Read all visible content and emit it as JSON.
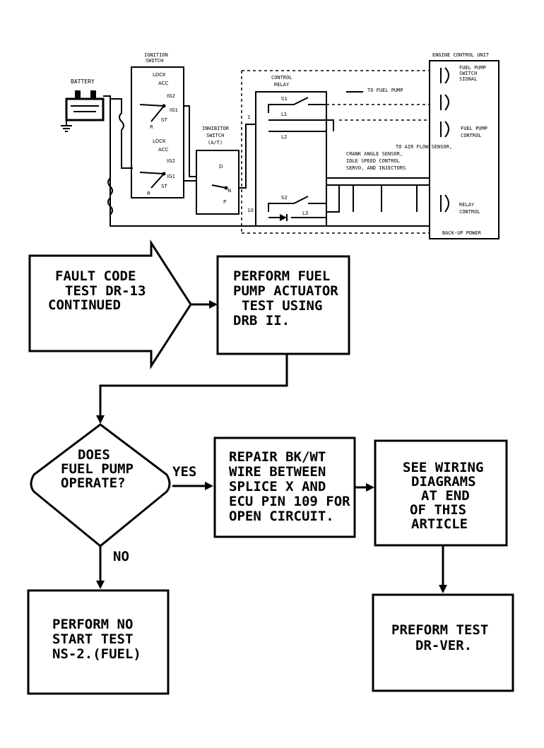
{
  "schematic": {
    "battery": "BATTERY",
    "ignition_switch": [
      "IGNITION",
      "SWITCH"
    ],
    "ignition_positions": [
      "LOCK",
      "ACC",
      "IG2",
      "IG1",
      "ST",
      "R"
    ],
    "inhibitor_switch": [
      "INHIBITOR",
      "SWITCH",
      "(A/T)"
    ],
    "inhibitor_positions": [
      "D",
      "N",
      "P"
    ],
    "control_relay": [
      "CONTROL",
      "RELAY"
    ],
    "relay_labels": [
      "S1",
      "L1",
      "L2",
      "S2",
      "L3"
    ],
    "relay_pins": [
      "1",
      "10"
    ],
    "to_fuel_pump": "TO FUEL PUMP",
    "to_sensors": [
      "TO AIR FLOW SENSOR,",
      "CRANK ANGLE SENSOR,",
      "IDLE SPEED CONTROL",
      "SERVO, AND INJECTORS"
    ],
    "ecu": "ENGINE CONTROL UNIT",
    "ecu_terminals": [
      "FUEL PUMP",
      "SWITCH",
      "SIGNAL",
      "FUEL PUMP",
      "CONTROL",
      "RELAY",
      "CONTROL",
      "BACK-UP POWER"
    ]
  },
  "flowchart": {
    "start": [
      "FAULT CODE",
      "TEST DR-13",
      "CONTINUED"
    ],
    "actuator_test": [
      "PERFORM FUEL",
      "PUMP ACTUATOR",
      "TEST USING",
      "DRB II."
    ],
    "decision": [
      "DOES",
      "FUEL PUMP",
      "OPERATE?"
    ],
    "yes": "YES",
    "no": "NO",
    "repair": [
      "REPAIR BK/WT",
      "WIRE BETWEEN",
      "SPLICE X AND",
      "ECU PIN 109 FOR",
      "OPEN CIRCUIT."
    ],
    "see_wiring": [
      "SEE WIRING",
      "DIAGRAMS",
      "AT END",
      "OF THIS",
      "ARTICLE"
    ],
    "preform": [
      "PREFORM TEST",
      "DR-VER."
    ],
    "no_start": [
      "PERFORM NO",
      "START TEST",
      "NS-2.(FUEL)"
    ]
  }
}
